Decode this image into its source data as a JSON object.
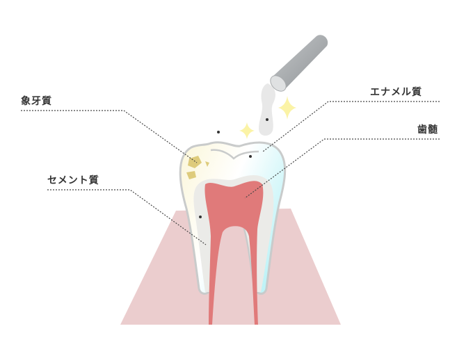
{
  "labels": {
    "dentin": "象牙質",
    "cementum": "セメント質",
    "enamel": "エナメル質",
    "pulp": "歯髄"
  },
  "colors": {
    "gum": "#e9c9ca",
    "pulp": "#e07a7a",
    "dentin": "#ebebe8",
    "outline": "#c9cbcb",
    "enamel_tint": "#bff3f7",
    "stain": "#d9c46a",
    "sparkle": "#fbf3a6",
    "tool": "#a9acae"
  }
}
